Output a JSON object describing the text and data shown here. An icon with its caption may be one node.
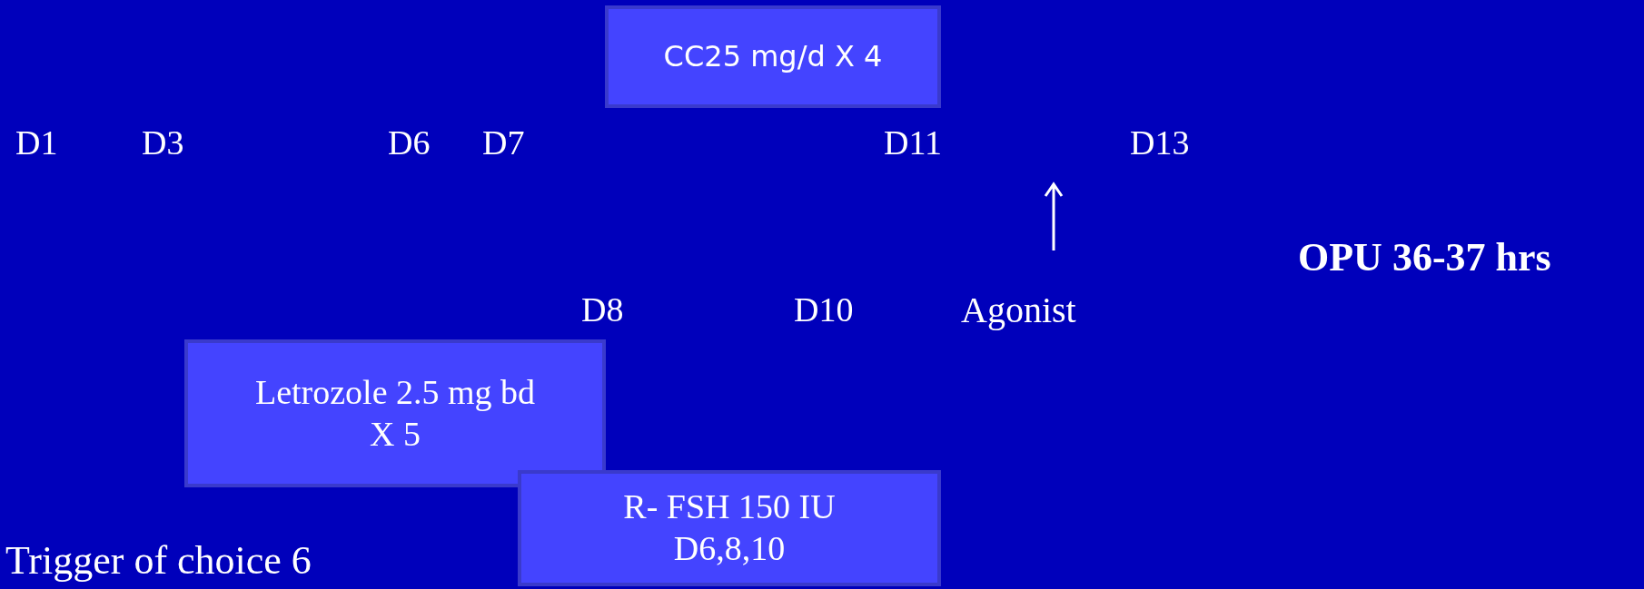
{
  "diagram": {
    "nodes": [
      {
        "text": [
          "CC25 mg/d X 4"
        ]
      },
      {
        "text": [
          "Letrozole 2.5 mg bd X 5"
        ]
      },
      {
        "text": [
          "R- FSH 150 IU D6,8,10"
        ]
      }
    ],
    "labels": [
      "D1",
      "D3",
      "D6",
      "D7",
      "D11",
      "D13",
      "OPU 36-37 hrs",
      "D8",
      "D10",
      "Agonist",
      "Trigger of choice 6"
    ]
  }
}
